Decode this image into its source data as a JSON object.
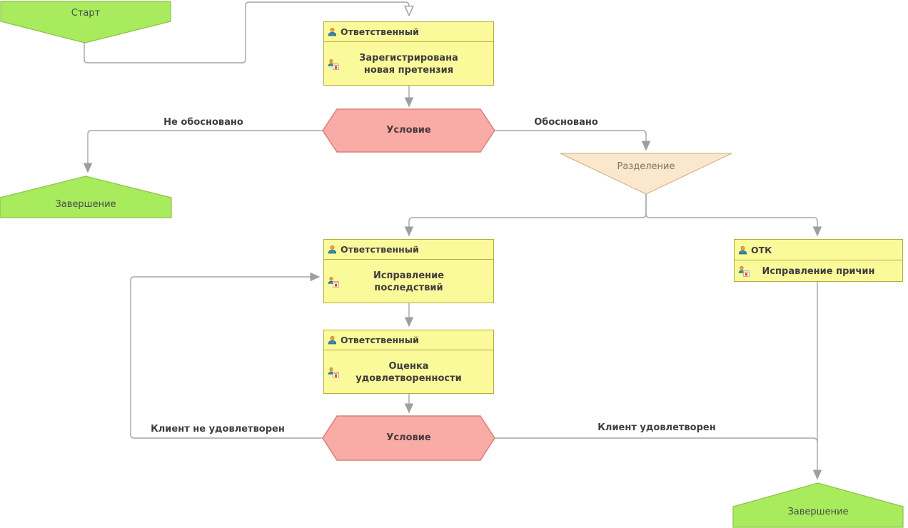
{
  "nodes": {
    "start": {
      "label": "Старт"
    },
    "end_left": {
      "label": "Завершение"
    },
    "end_right": {
      "label": "Завершение"
    },
    "register": {
      "role": "Ответственный",
      "action": "Зарегистрирована новая претензия"
    },
    "condition_top": {
      "label": "Условие"
    },
    "split": {
      "label": "Разделение"
    },
    "fix_consequences": {
      "role": "Ответственный",
      "action": "Исправление последствий"
    },
    "fix_causes": {
      "role": "ОТК",
      "action": "Исправление причин"
    },
    "satisfaction": {
      "role": "Ответственный",
      "action": "Оценка удовлетворенности"
    },
    "condition_bottom": {
      "label": "Условие"
    }
  },
  "edge_labels": {
    "not_justified": "Не обосновано",
    "justified": "Обосновано",
    "client_not_satisfied": "Клиент не удовлетворен",
    "client_satisfied": "Клиент удовлетворен"
  },
  "icons": {
    "header": "person-icon",
    "body": "task-person-calendar-icon"
  },
  "colors": {
    "task_fill": "#fbfa9b",
    "task_border": "#b3ae3f",
    "event_fill": "#a8ec5e",
    "event_border": "#8fbf4b",
    "condition_fill": "#f9aca6",
    "condition_border": "#d98079",
    "split_fill": "#fbe7cc",
    "split_border": "#cdab7e",
    "connector": "#a6a6a6",
    "label_text": "#3e3e3e"
  }
}
